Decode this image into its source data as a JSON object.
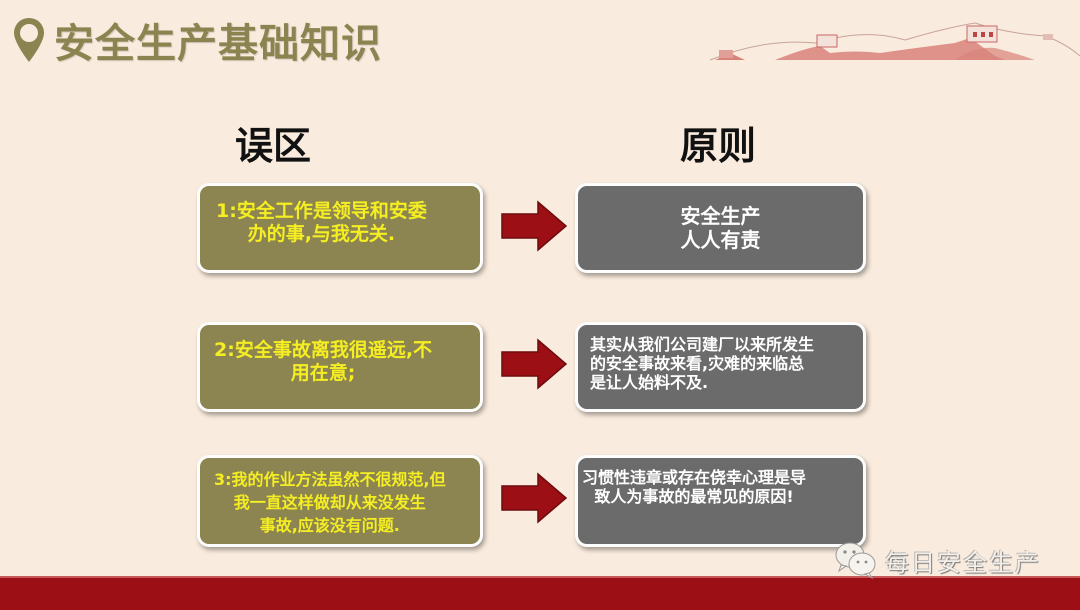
{
  "header": {
    "title": "安全生产基础知识",
    "icon": "location-pin-icon",
    "decoration": "great-wall-illustration"
  },
  "columns": {
    "left_heading": "误区",
    "right_heading": "原则"
  },
  "rows": [
    {
      "myth": "1:安全工作是领导和安委\n办的事,与我无关.",
      "principle": "安全生产\n人人有责"
    },
    {
      "myth": "2:安全事故离我很遥远,不\n用在意;",
      "principle": "其实从我们公司建厂以来所发生\n的安全事故来看,灾难的来临总\n是让人始料不及."
    },
    {
      "myth": "3:我的作业方法虽然不很规范,但\n我一直这样做却从来没发生\n事故,应该没有问题.",
      "principle": "习惯性违章或存在侥幸心理是导\n致人为事故的最常见的原因!"
    }
  ],
  "watermark": {
    "icon": "wechat-icon",
    "text": "每日安全生产"
  },
  "colors": {
    "background": "#f9ebdd",
    "title": "#8c8450",
    "myth_box": "#8c8451",
    "myth_text": "#f4ee22",
    "rule_box": "#6b6b6b",
    "rule_text": "#ffffff",
    "arrow": "#9c0f14",
    "bottom_band": "#9c0f14"
  }
}
